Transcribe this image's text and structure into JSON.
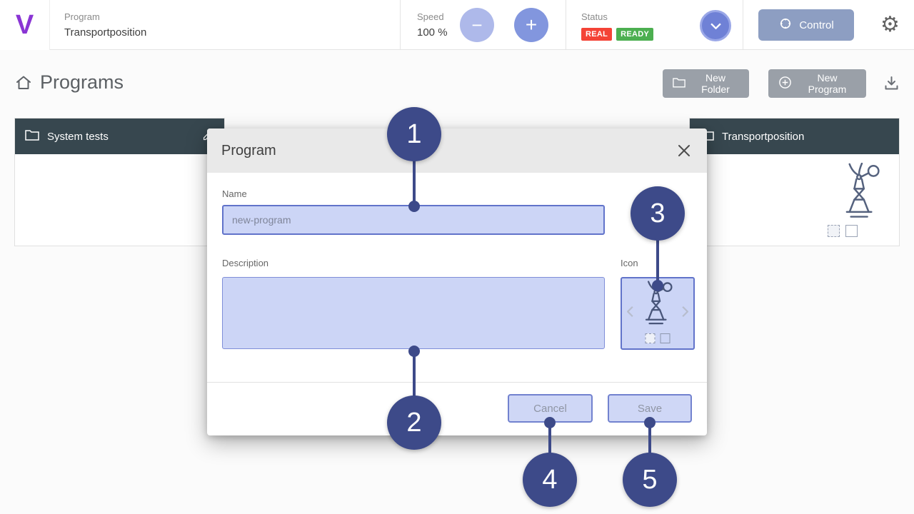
{
  "header": {
    "logo_letter": "V",
    "program": {
      "label": "Program",
      "value": "Transportposition"
    },
    "speed": {
      "label": "Speed",
      "value": "100 %"
    },
    "status": {
      "label": "Status",
      "real_badge": "REAL",
      "ready_badge": "READY"
    },
    "control_label": "Control"
  },
  "icons": {
    "minus_glyph": "−",
    "plus_glyph": "+",
    "gear_glyph": "⚙"
  },
  "toolbar": {
    "title": "Programs",
    "new_folder_label": "New Folder",
    "new_program_label": "New Program"
  },
  "cards": {
    "system_tests_title": "System tests",
    "transportposition_title": "Transportposition"
  },
  "modal": {
    "title": "Program",
    "name": {
      "label": "Name",
      "placeholder": "new-program",
      "value": ""
    },
    "description": {
      "label": "Description",
      "value": ""
    },
    "icon_label": "Icon",
    "cancel_label": "Cancel",
    "save_label": "Save"
  },
  "annotations": {
    "labels": [
      "1",
      "2",
      "3",
      "4",
      "5"
    ]
  },
  "colors": {
    "annotation": "#3d4a89",
    "badge_real": "#f44336",
    "badge_ready": "#4caf50",
    "card_header": "#37474f",
    "highlight_fill": "#ccd5f6",
    "highlight_border": "#6173ca"
  }
}
